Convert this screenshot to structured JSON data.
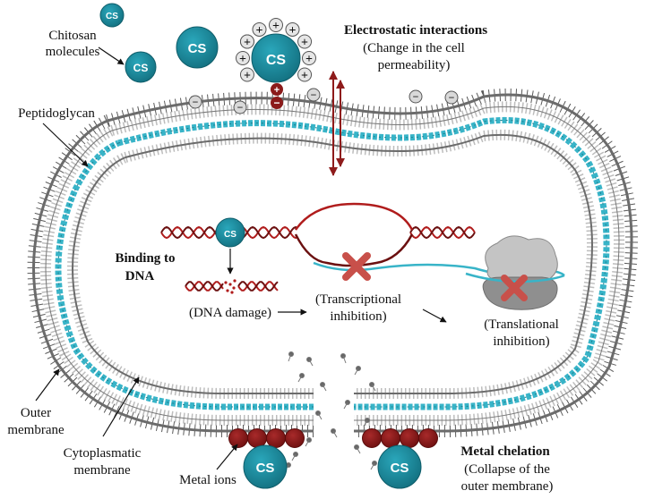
{
  "labels": {
    "chitosan_line1": "Chitosan",
    "chitosan_line2": "molecules",
    "peptidoglycan": "Peptidoglycan",
    "electrostatic_title": "Electrostatic interactions",
    "electrostatic_sub1": "(Change in the cell",
    "electrostatic_sub2": "permeability)",
    "binding_line1": "Binding to",
    "binding_line2": "DNA",
    "dna_damage": "(DNA damage)",
    "transcriptional_line1": "(Transcriptional",
    "transcriptional_line2": "inhibition)",
    "translational_line1": "(Translational",
    "translational_line2": "inhibition)",
    "outer_line1": "Outer",
    "outer_line2": "membrane",
    "cyto_line1": "Cytoplasmatic",
    "cyto_line2": "membrane",
    "metal_ions": "Metal ions",
    "metal_title": "Metal chelation",
    "metal_sub1": "(Collapse of the",
    "metal_sub2": "outer membrane)"
  },
  "chitosan_abbrev": "CS",
  "charge_plus": "+",
  "charge_minus": "−",
  "colors": {
    "chitosan": "#1f8fa2",
    "chitosan_dark": "#156f7e",
    "membrane": "#6b6b6b",
    "peptidoglycan": "#38b4c8",
    "dna_red": "#b01c1c",
    "arrow_red": "#8e1b1b",
    "metal": "#8b1a1a",
    "ribosome": "#9a9a9a",
    "cross": "#c8504a"
  }
}
